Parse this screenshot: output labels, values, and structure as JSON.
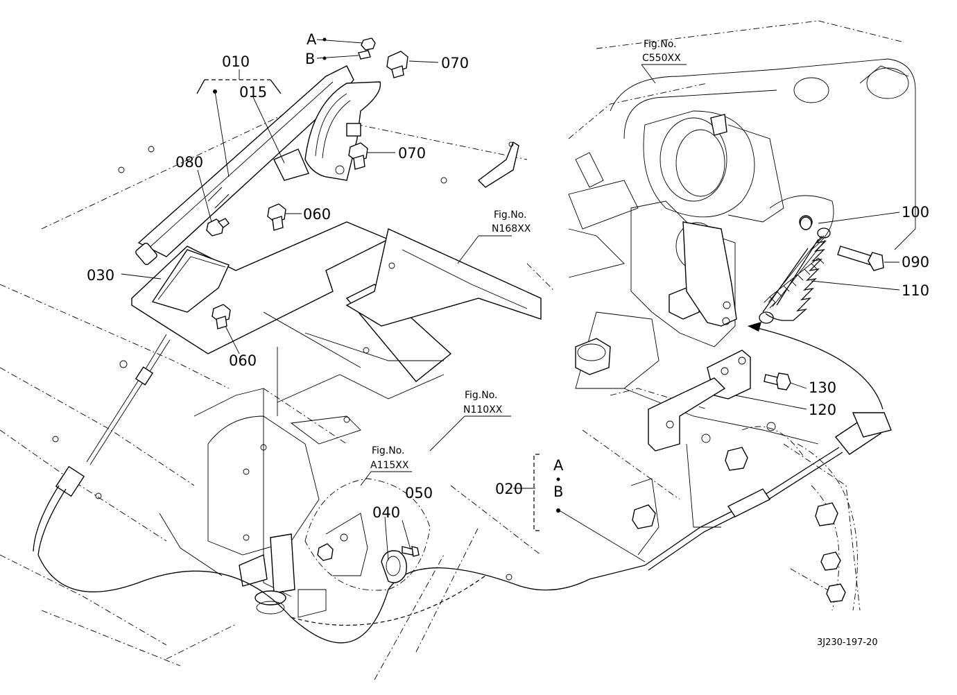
{
  "labels": {
    "p010": "010",
    "p015": "015",
    "p020": "020",
    "p030": "030",
    "p040": "040",
    "p050": "050",
    "p060a": "060",
    "p060b": "060",
    "p070a": "070",
    "p070b": "070",
    "p080": "080",
    "p090": "090",
    "p100": "100",
    "p110": "110",
    "p120": "120",
    "p130": "130",
    "keyA": "A",
    "keyB": "B",
    "keyAB_A": "A",
    "keyAB_B": "B"
  },
  "figrefs": {
    "c550_title": "Fig.No.",
    "c550_code": "C550XX",
    "n168_title": "Fig.No.",
    "n168_code": "N168XX",
    "n110_title": "Fig.No.",
    "n110_code": "N110XX",
    "a115_title": "Fig.No.",
    "a115_code": "A115XX"
  },
  "caption": "3J230-197-20"
}
